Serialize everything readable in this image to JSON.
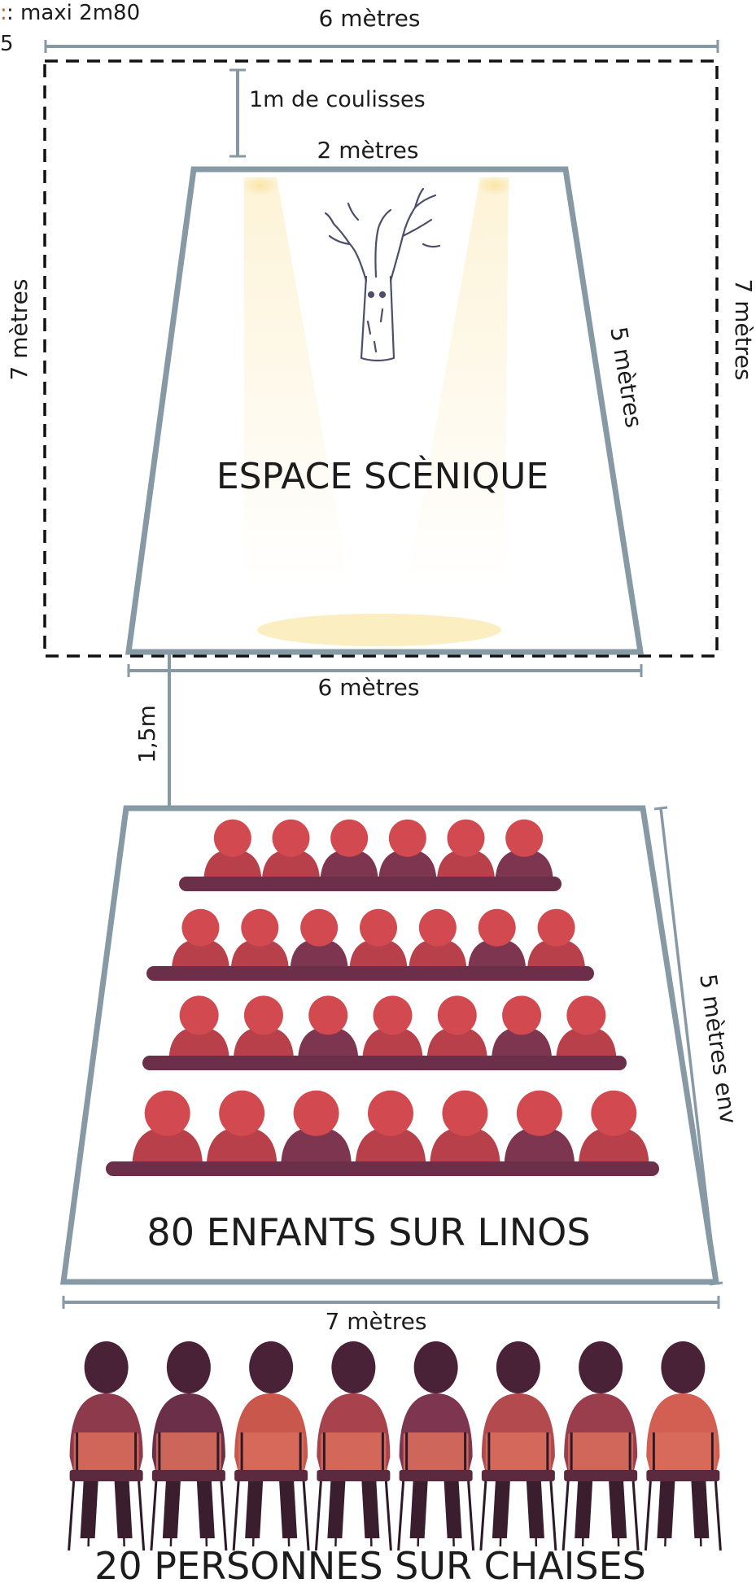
{
  "header": {
    "height_marker": ":",
    "height_text": ": maxi 2m80",
    "cut_text": "5"
  },
  "stage": {
    "top_width": "6 mètres",
    "wings": "1m de coulisses",
    "inner_top": "2 mètres",
    "left_depth": "7 mètres",
    "right_depth": "7 mètres",
    "side_length": "5 mètres",
    "title": "ESPACE SCÈNIQUE",
    "bottom_width": "6 mètres"
  },
  "gap": {
    "label": "1,5m"
  },
  "kids_area": {
    "side_length": "5 mètres env",
    "title": "80 ENFANTS SUR LINOS",
    "bottom_width": "7 mètres",
    "rows": [
      6,
      7,
      7,
      7
    ]
  },
  "chairs_area": {
    "title": "20 PERSONNES SUR CHAISES",
    "people": 8
  },
  "colors": {
    "frame": "#8799a4",
    "accent": "#e4572e",
    "bench": "#6b2f4a",
    "kid_light": "#d24a4f",
    "kid_dark": "#7d3550",
    "spot": "#fbeec0"
  },
  "icons": [
    "tree-icon",
    "child-icon",
    "seated-person-icon"
  ]
}
